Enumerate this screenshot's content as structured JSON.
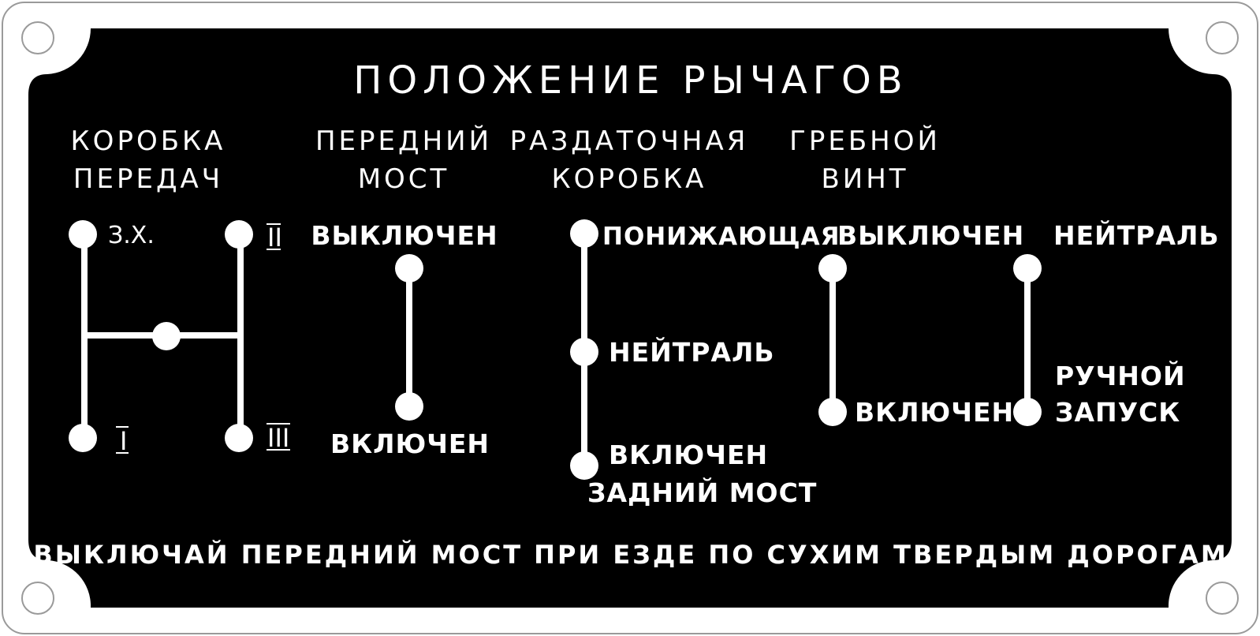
{
  "title": "ПОЛОЖЕНИЕ РЫЧАГОВ",
  "sections": {
    "gearbox": {
      "heading_line1": "КОРОБКА",
      "heading_line2": "ПЕРЕДАЧ",
      "reverse": "З.Х.",
      "gear1": "I",
      "gear2": "II",
      "gear3": "III"
    },
    "front_axle": {
      "heading_line1": "ПЕРЕДНИЙ",
      "heading_line2": "МОСТ",
      "off": "ВЫКЛЮЧЕН",
      "on": "ВКЛЮЧЕН"
    },
    "transfer_case": {
      "heading_line1": "РАЗДАТОЧНАЯ",
      "heading_line2": "КОРОБКА",
      "low": "ПОНИЖАЮЩАЯ",
      "neutral": "НЕЙТРАЛЬ",
      "on": "ВКЛЮЧЕН",
      "rear_axle": "ЗАДНИЙ  МОСТ"
    },
    "propeller": {
      "heading_line1": "ГРЕБНОЙ",
      "heading_line2": "ВИНТ",
      "off": "ВЫКЛЮЧЕН",
      "on": "ВКЛЮЧЕН"
    },
    "winch": {
      "neutral": "НЕЙТРАЛЬ",
      "manual_line1": "РУЧНОЙ",
      "manual_line2": "ЗАПУСК"
    }
  },
  "footer": "ВЫКЛЮЧАЙ ПЕРЕДНИЙ МОСТ ПРИ ЕЗДЕ ПО СУХИМ ТВЕРДЫМ ДОРОГАМ",
  "colors": {
    "plate": "#000000",
    "ink": "#ffffff",
    "outline": "#9a9a9a"
  }
}
